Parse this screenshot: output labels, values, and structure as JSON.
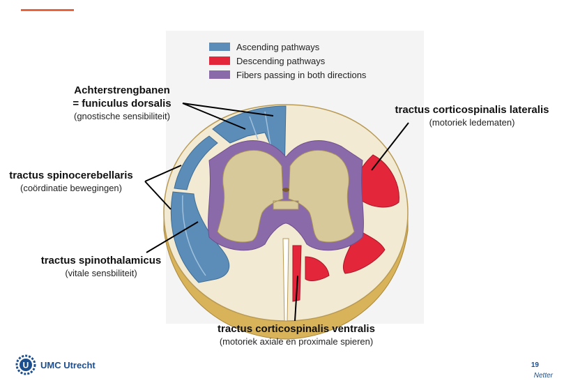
{
  "title_fragment": "...gg...g",
  "legend": [
    {
      "label": "Ascending pathways",
      "color": "#5b8db8"
    },
    {
      "label": "Descending pathways",
      "color": "#e3263a"
    },
    {
      "label": "Fibers passing in both directions",
      "color": "#8a6aa8"
    }
  ],
  "labels": {
    "dorsal": {
      "main1": "Achterstrengbanen",
      "main2": "= funiculus dorsalis",
      "sub": "(gnostische sensibiliteit)"
    },
    "lateral": {
      "main": "tractus corticospinalis lateralis",
      "sub": "(motoriek ledematen)"
    },
    "spinocerebellaris": {
      "main": "tractus spinocerebellaris",
      "sub": "(coördinatie bewegingen)"
    },
    "spinothalamicus": {
      "main": "tractus spinothalamicus",
      "sub": "(vitale sensbiliteit)"
    },
    "ventralis": {
      "main": "tractus corticospinalis ventralis",
      "sub": "(motoriek axiale en proximale spieren)"
    }
  },
  "footer": {
    "logo": "UMC Utrecht",
    "logo_mark": "U",
    "page": "19",
    "source": "Netter"
  }
}
